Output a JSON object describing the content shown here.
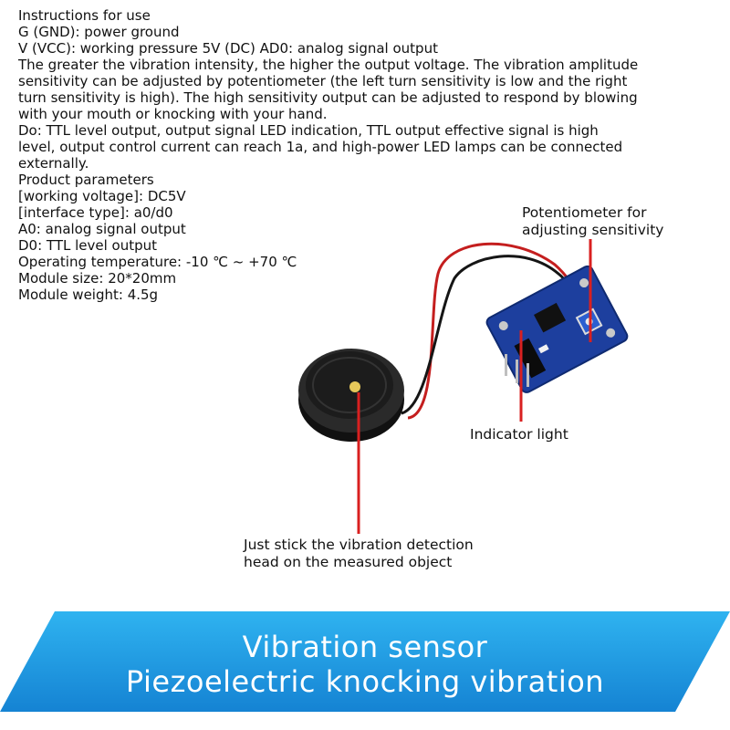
{
  "instructions": {
    "lines": [
      "Instructions for use",
      "G (GND): power ground",
      "V (VCC): working pressure 5V (DC) AD0: analog signal output",
      "The greater the vibration intensity, the higher the output voltage. The vibration amplitude",
      "sensitivity can be adjusted by potentiometer (the left turn sensitivity is low and the right",
      "turn sensitivity is high). The high sensitivity output can be adjusted to respond by blowing",
      "with your mouth or knocking with your hand.",
      "Do: TTL level output, output signal LED indication, TTL output effective signal is high",
      "level, output control current can reach 1a, and high-power LED lamps can be connected",
      "externally.",
      "Product parameters",
      "[working voltage]: DC5V",
      "[interface type]: a0/d0",
      "A0: analog signal output",
      "D0: TTL level output",
      "Operating temperature: -10 ℃ ~ +70 ℃",
      "Module size: 20*20mm",
      "Module weight: 4.5g"
    ]
  },
  "callouts": {
    "potentiometer": [
      "Potentiometer for",
      "adjusting sensitivity"
    ],
    "indicator": "Indicator light",
    "head": [
      "Just stick the vibration detection",
      "head on the measured object"
    ]
  },
  "banner": {
    "line1": "Vibration sensor",
    "line2": "Piezoelectric knocking vibration"
  },
  "colors": {
    "banner_blue": "#1e9be6",
    "pointer_red": "#d92020",
    "pcb_blue": "#1d3f9e"
  }
}
